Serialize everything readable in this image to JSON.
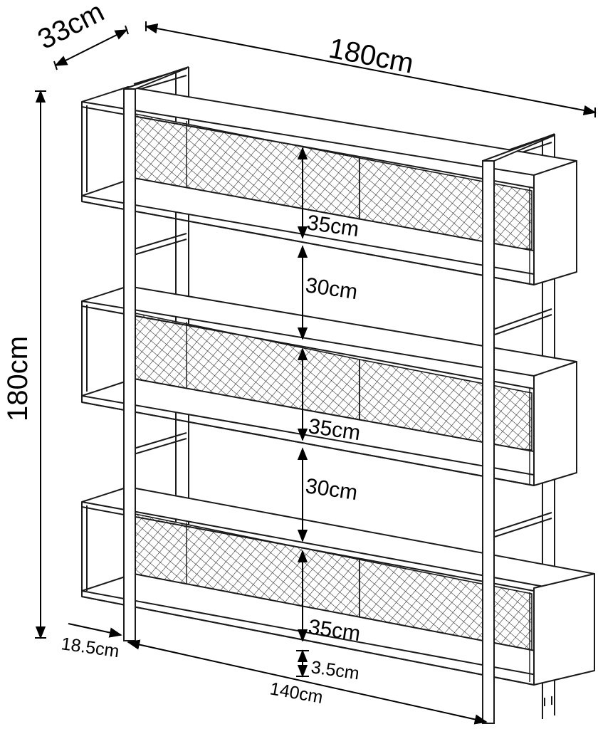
{
  "dimensions": {
    "depth": "33cm",
    "width": "180cm",
    "height": "180cm",
    "shelf_gap_top": "35cm",
    "shelf_gap_upper": "30cm",
    "shelf_gap_middle": "35cm",
    "shelf_gap_lower": "30cm",
    "shelf_gap_bottom": "35cm",
    "bottom_clearance": "3.5cm",
    "side_offset": "18.5cm",
    "frame_width": "140cm"
  }
}
